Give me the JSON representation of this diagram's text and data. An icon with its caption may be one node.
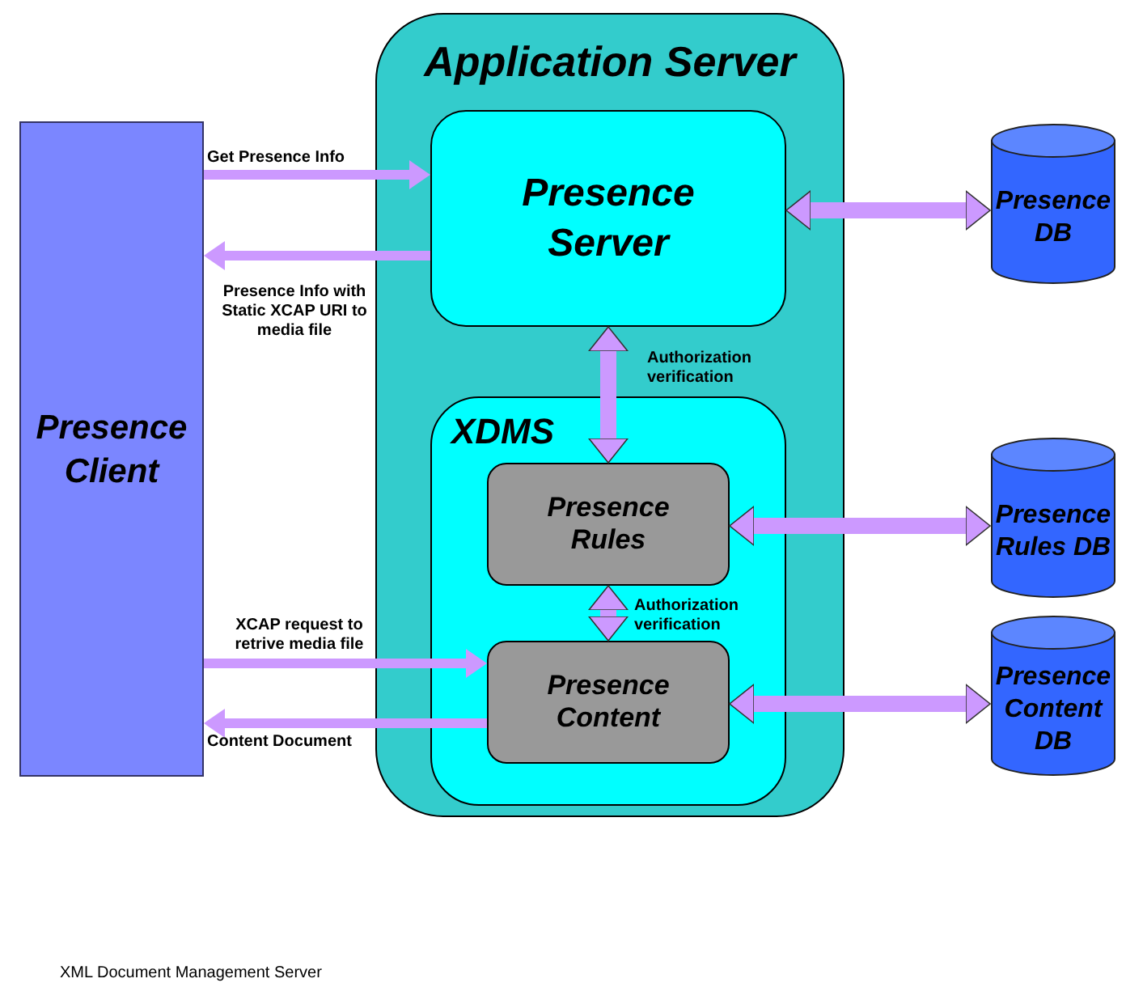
{
  "diagram": {
    "nodes": [
      {
        "text": [
          "Presence Client"
        ]
      },
      {
        "text": [
          "Application Server"
        ]
      },
      {
        "text": [
          "Presence Server"
        ],
        "in": 1
      },
      {
        "text": [
          "XDMS"
        ],
        "in": 1
      },
      {
        "text": [
          "Presence Rules"
        ],
        "in": 3
      },
      {
        "text": [
          "Presence Content"
        ],
        "in": 3
      },
      {
        "text": [
          "Presence DB"
        ]
      },
      {
        "text": [
          "Presence Rules DB"
        ]
      },
      {
        "text": [
          "Presence Content DB"
        ]
      }
    ],
    "edges": [
      {
        "from": 0,
        "to": 2,
        "arrow": "to",
        "label": "Get Presence Info"
      },
      {
        "from": 2,
        "to": 0,
        "arrow": "to",
        "label": "Presence Info with Static XCAP URI to media file"
      },
      {
        "from": 2,
        "to": 6,
        "arrow": "both"
      },
      {
        "from": 2,
        "to": 4,
        "arrow": "both",
        "label": "Authorization verification"
      },
      {
        "from": 4,
        "to": 7,
        "arrow": "both"
      },
      {
        "from": 4,
        "to": 5,
        "arrow": "both",
        "label": "Authorization verification"
      },
      {
        "from": 0,
        "to": 5,
        "arrow": "to",
        "label": "XCAP request to retrive media file"
      },
      {
        "from": 5,
        "to": 0,
        "arrow": "to",
        "label": "Content Document"
      },
      {
        "from": 5,
        "to": 8,
        "arrow": "both"
      }
    ],
    "labels": [
      "XML Document Management Server"
    ]
  }
}
